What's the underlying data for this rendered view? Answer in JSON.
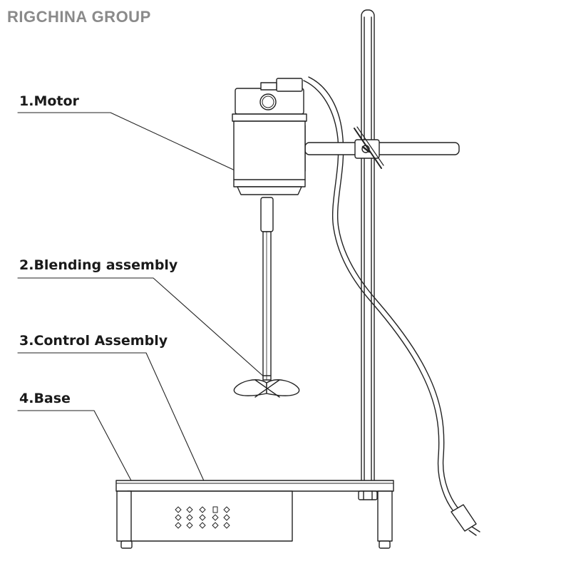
{
  "brand": "RIGCHINA GROUP",
  "callouts": [
    {
      "label": "1.Motor"
    },
    {
      "label": "2.Blending assembly"
    },
    {
      "label": "3.Control Assembly"
    },
    {
      "label": "4.Base"
    }
  ]
}
